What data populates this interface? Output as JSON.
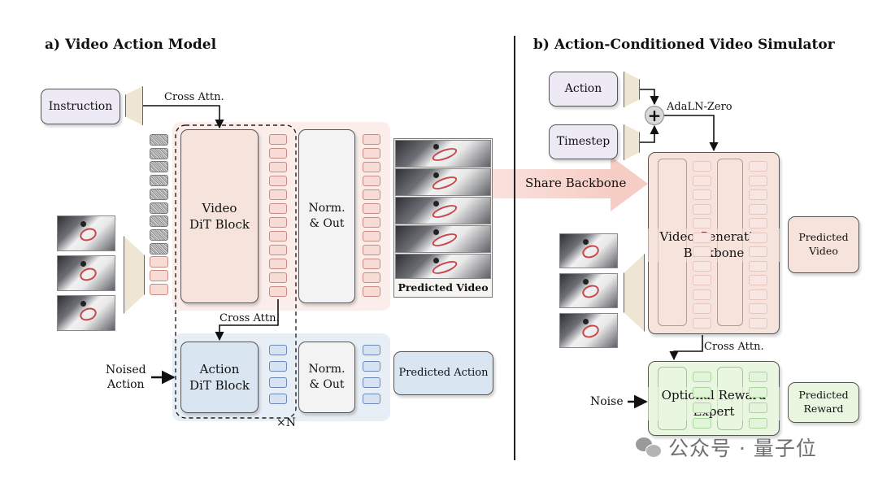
{
  "panel_a": {
    "title": "a) Video Action Model",
    "instruction_label": "Instruction",
    "cross_attn_top": "Cross Attn.",
    "video_block": [
      "Video",
      "DiT Block"
    ],
    "norm_out_top": [
      "Norm.",
      "& Out"
    ],
    "predicted_video": "Predicted Video",
    "cross_attn_mid": "Cross Attn.",
    "action_block": [
      "Action",
      "DiT Block"
    ],
    "norm_out_bottom": [
      "Norm.",
      "& Out"
    ],
    "predicted_action": "Predicted Action",
    "noised_action": [
      "Noised",
      "Action"
    ],
    "times_n": "×N"
  },
  "panel_b": {
    "title": "b) Action-Conditioned Video Simulator",
    "action_label": "Action",
    "timestep_label": "Timestep",
    "plus_symbol": "+",
    "adaln_label": "AdaLN-Zero",
    "share_backbone": "Share Backbone",
    "backbone": [
      "Video-Generation",
      "Backbone"
    ],
    "predicted_video": [
      "Predicted",
      "Video"
    ],
    "cross_attn": "Cross Attn.",
    "reward_expert": [
      "Optional Reward",
      "Expert"
    ],
    "predicted_reward": [
      "Predicted",
      "Reward"
    ],
    "noise_label": "Noise"
  },
  "watermark": "公众号 · 量子位",
  "colors": {
    "video_fill": "#f5e3dc",
    "action_fill": "#dae5f2",
    "reward_fill": "#e9f6e0",
    "input_fill": "#edeaf6",
    "norm_fill": "#f3f3f3"
  }
}
